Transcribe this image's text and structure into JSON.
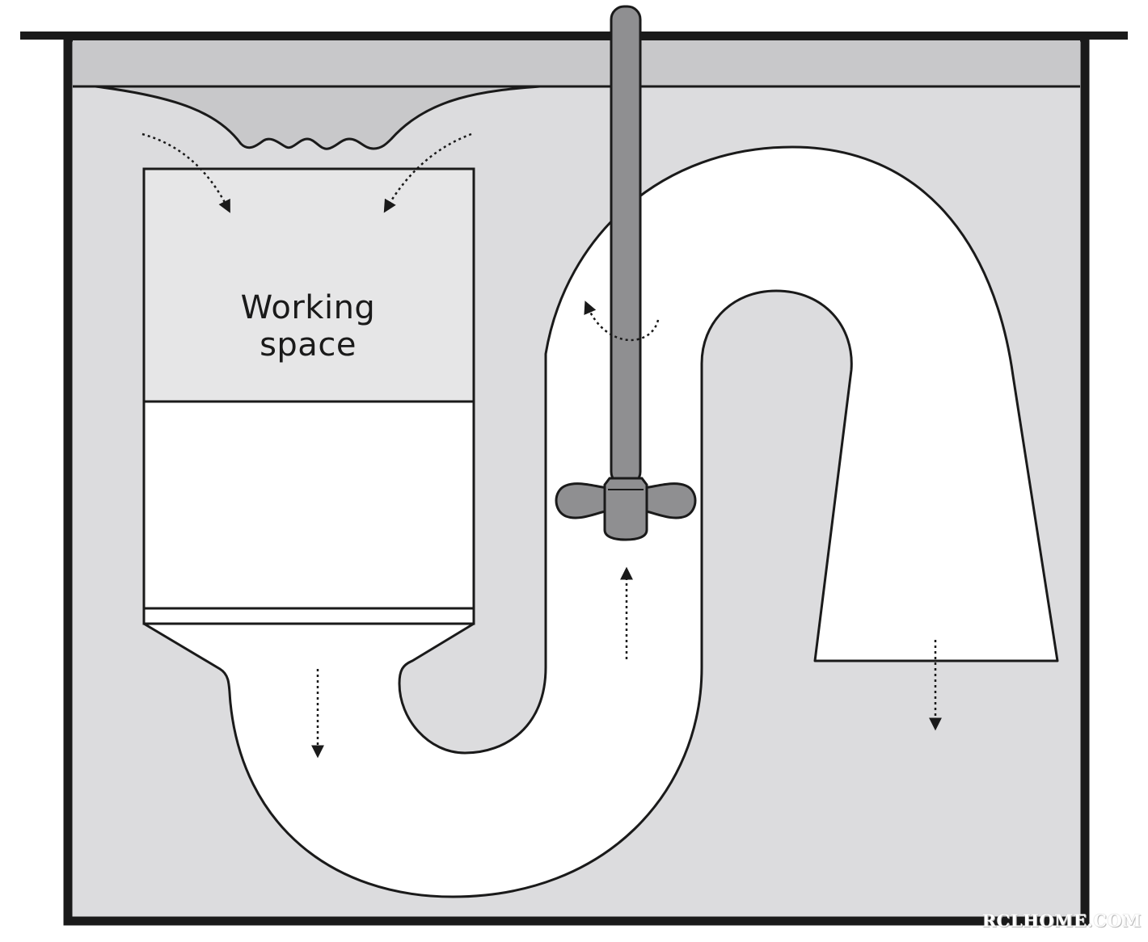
{
  "diagram": {
    "label_line1": "Working",
    "label_line2": "space",
    "watermark": "RCLHOME.COM"
  },
  "colors": {
    "tank_fill": "#dcdcde",
    "liquid_top": "#c8c8ca",
    "working_space": "#e6e6e7",
    "shaft": "#8f8f91",
    "outline": "#1a1a1a",
    "duct": "#ffffff"
  }
}
